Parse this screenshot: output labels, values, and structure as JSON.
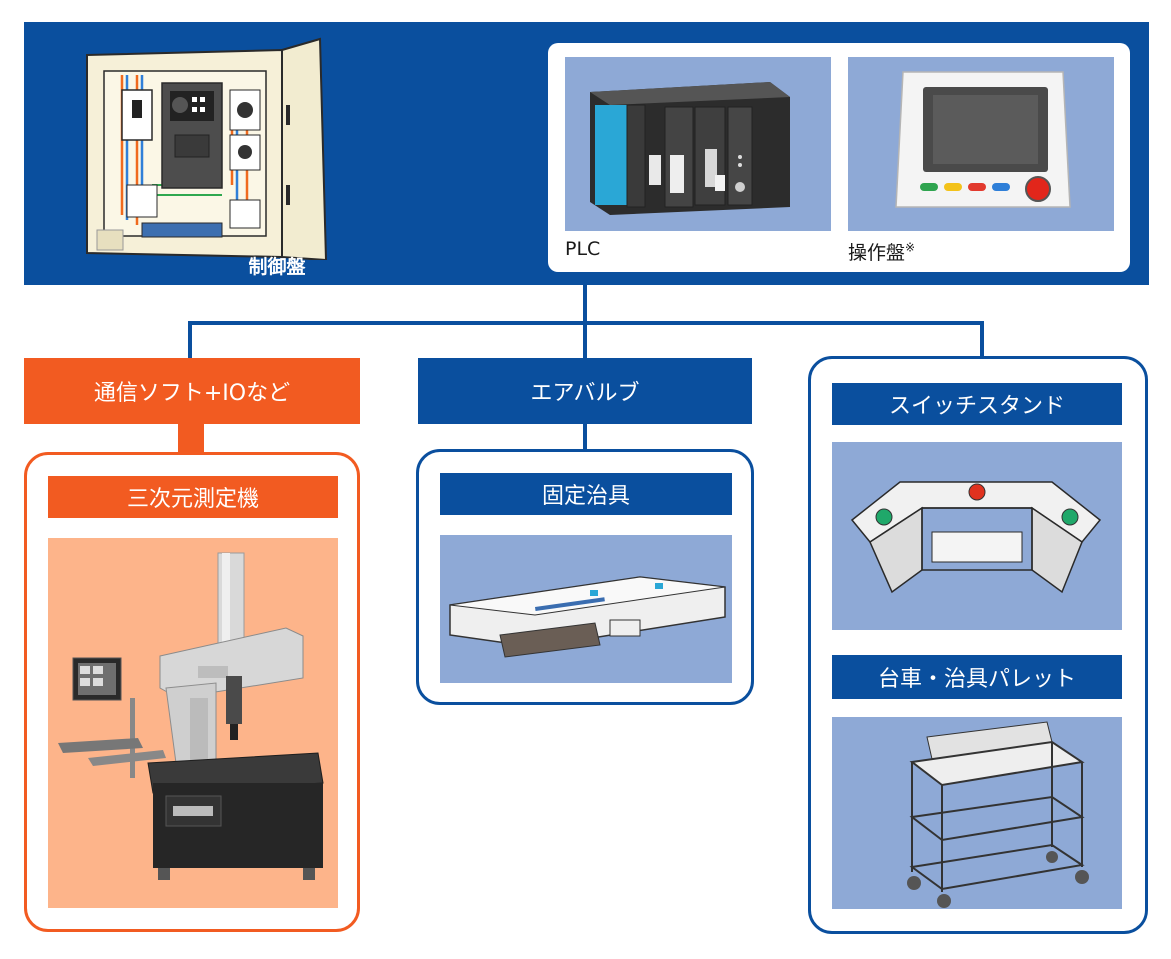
{
  "header": {
    "control_panel_label": "制御盤",
    "plc_label": "PLC",
    "operation_panel_label": "操作盤",
    "operation_panel_mark": "※"
  },
  "categories": [
    {
      "label": "通信ソフト+IOなど",
      "color": "#f25b21",
      "items": [
        {
          "label": "三次元測定機"
        }
      ]
    },
    {
      "label": "エアバルブ",
      "color": "#0a4f9e",
      "items": [
        {
          "label": "固定治具"
        }
      ]
    },
    {
      "label": "",
      "color": "#0a4f9e",
      "items": [
        {
          "label": "スイッチスタンド"
        },
        {
          "label": "台車・治具パレット"
        }
      ]
    }
  ],
  "colors": {
    "navy": "#0a4f9e",
    "orange": "#f25b21",
    "photo_blue": "#8ea9d6",
    "photo_peach": "#fdb48a"
  }
}
